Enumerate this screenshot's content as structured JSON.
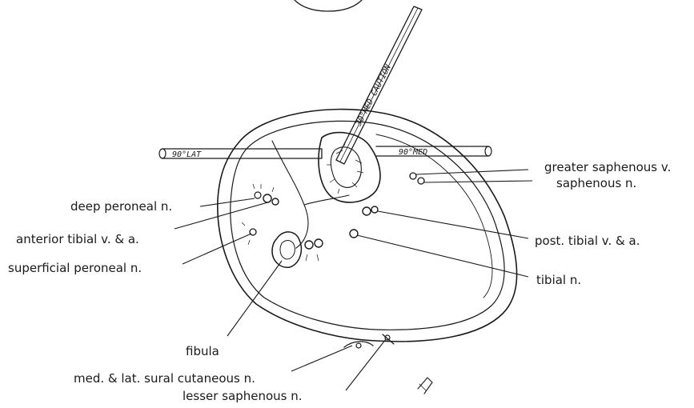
{
  "labels": {
    "greater_saphenous": "greater saphenous v.",
    "saphenous_n": "saphenous n.",
    "deep_peroneal": "deep peroneal n.",
    "anterior_tibial": "anterior tibial v. & a.",
    "post_tibial": "post. tibial v. & a.",
    "superficial_peroneal": "superficial peroneal n.",
    "tibial_n": "tibial n.",
    "fibula": "fibula",
    "sural_cutaneous": "med. & lat. sural cutaneous n.",
    "lesser_saphenous": "lesser saphenous n."
  },
  "pin_text": {
    "lateral": "90°LAT",
    "medial": "90°MED",
    "oblique": "30°MED CAUTION"
  }
}
